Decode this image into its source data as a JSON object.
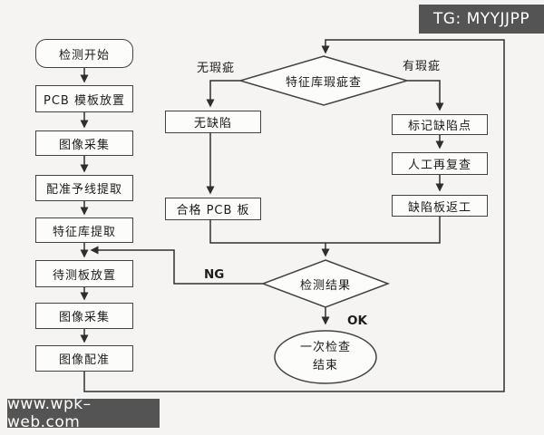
{
  "watermarks": {
    "top_right": "TG: MYYJJPP",
    "bottom_left": "www.wpk–web.com"
  },
  "nodes": {
    "start": "检测开始",
    "template_place": "PCB 模板放置",
    "image_capture_1": "图像采集",
    "registration_line_extract": "配准予线提取",
    "feature_lib_extract": "特征库提取",
    "test_board_place": "待测板放置",
    "image_capture_2": "图像采集",
    "image_registration": "图像配准",
    "flaw_check": "特征库瑕疵查",
    "no_defect": "无缺陷",
    "qualified_pcb": "合格 PCB 板",
    "mark_defect": "标记缺陷点",
    "manual_recheck": "人工再复查",
    "defect_rework": "缺陷板返工",
    "result_check": "检测结果",
    "end_line1": "一次检查",
    "end_line2": "结束"
  },
  "edge_labels": {
    "no_flaw": "无瑕疵",
    "has_flaw": "有瑕疵",
    "ng": "NG",
    "ok": "OK"
  },
  "colors": {
    "canvas_bg": "#f5f4f2",
    "badge_bg": "#545454",
    "badge_text": "#ffffff",
    "line": "#2e2e2e",
    "node_border": "#424242",
    "node_bg": "#fcfcfb"
  }
}
